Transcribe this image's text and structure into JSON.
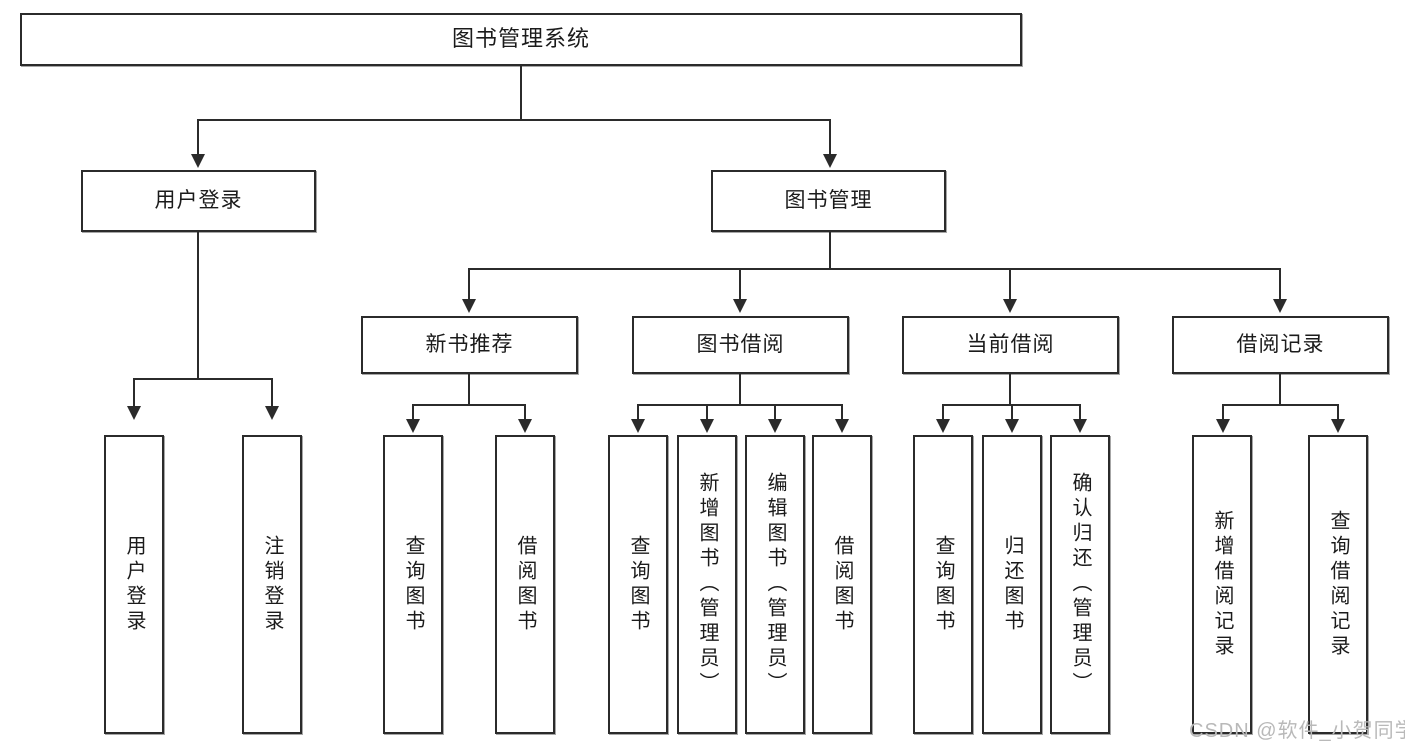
{
  "diagram": {
    "type": "tree-hierarchy-chart",
    "title": "图书管理系统",
    "background_color": "#ffffff",
    "line_color": "#2b2b2b",
    "text_color": "#1b1b1b"
  },
  "watermark": {
    "text": "CSDN @软件_小贺同学",
    "color": "#b9b9b9"
  },
  "nodes": {
    "root": {
      "label": "图书管理系统"
    },
    "level2": [
      {
        "label": "用户登录"
      },
      {
        "label": "图书管理"
      }
    ],
    "level3": [
      {
        "label": "新书推荐"
      },
      {
        "label": "图书借阅"
      },
      {
        "label": "当前借阅"
      },
      {
        "label": "借阅记录"
      }
    ],
    "leaves": {
      "user_login": [
        {
          "label": "用户登录"
        },
        {
          "label": "注销登录"
        }
      ],
      "new_book": [
        {
          "label": "查询图书"
        },
        {
          "label": "借阅图书"
        }
      ],
      "borrow_book": [
        {
          "label": "查询图书"
        },
        {
          "label": "新增图书（管理员）"
        },
        {
          "label": "编辑图书（管理员）"
        },
        {
          "label": "借阅图书"
        }
      ],
      "current_borrow": [
        {
          "label": "查询图书"
        },
        {
          "label": "归还图书"
        },
        {
          "label": "确认归还（管理员）"
        }
      ],
      "borrow_record": [
        {
          "label": "新增借阅记录"
        },
        {
          "label": "查询借阅记录"
        }
      ]
    }
  }
}
